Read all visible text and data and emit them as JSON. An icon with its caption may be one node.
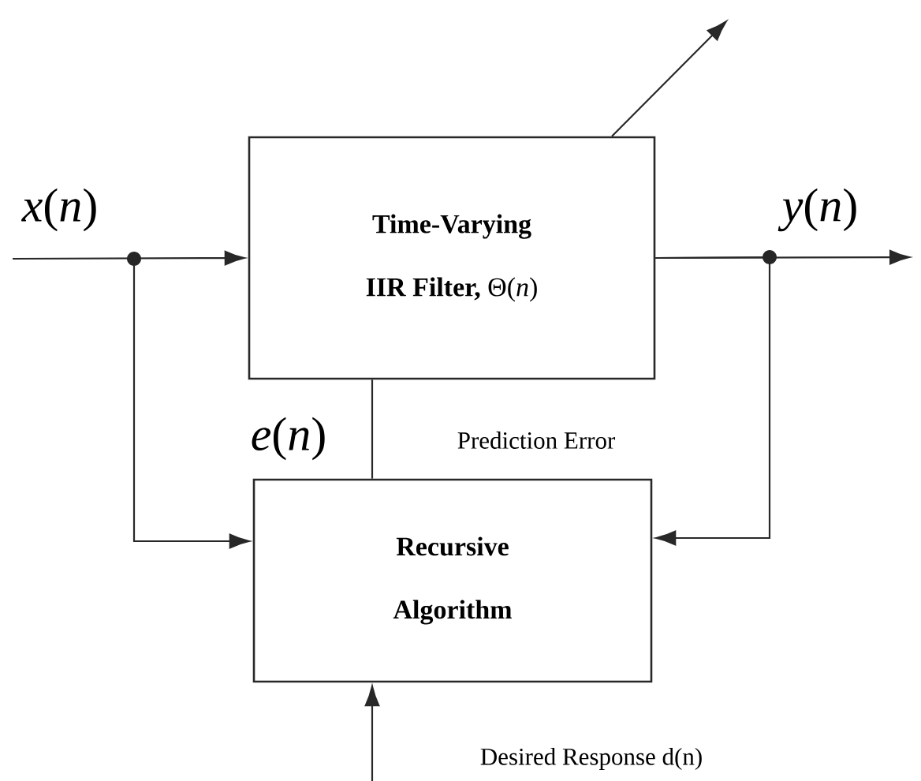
{
  "diagram": {
    "nodes": [
      {
        "text": [
          "**Time-Varying IIR Filter,** Θ(*n*)"
        ]
      },
      {
        "text": [
          "**Recursive Algorithm**"
        ]
      }
    ],
    "edges": [
      {
        "from": null,
        "to": 0,
        "arrow": "to"
      },
      {
        "from": null,
        "to": 1,
        "arrow": "to"
      },
      {
        "from": 0,
        "to": null,
        "arrow": "to"
      },
      {
        "from": 0,
        "to": 1,
        "arrow": "to"
      },
      {
        "from": 0,
        "to": 1,
        "arrow": "none",
        "label": "*e*(*n*)"
      },
      {
        "from": null,
        "to": 1,
        "arrow": "to",
        "label": "Desired Response d(n)"
      },
      {
        "from": 0,
        "to": null,
        "arrow": "to"
      }
    ],
    "labels": [
      "*x*(*n*)",
      "*y*(*n*)",
      "Prediction Error"
    ]
  }
}
